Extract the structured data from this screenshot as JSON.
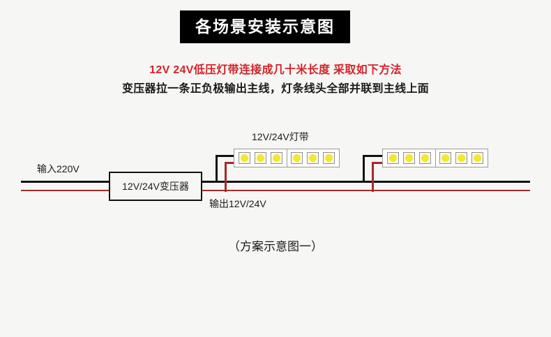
{
  "banner": {
    "title": "各场景安装示意图"
  },
  "subtitles": {
    "red_line": "12V 24V低压灯带连接成几十米长度 采取如下方法",
    "black_line": "变压器拉一条正负极输出主线，灯条线头全部并联到主线上面"
  },
  "diagram": {
    "strip_label": "12V/24V灯带",
    "transformer_label": "12V/24V变压器",
    "input_label": "输入220V",
    "output_label": "输出12V/24V",
    "caption": "（方案示意图一）",
    "colors": {
      "positive_wire": "#a52a2a",
      "negative_wire": "#111111",
      "led_chip": "#f2e731",
      "banner_background": "#000000",
      "accent_red_text": "#d5222a",
      "background": "#f6f7f4"
    },
    "strips": [
      {
        "name": "strip-left",
        "segments": [
          {
            "leds": 3
          },
          {
            "leds": 3
          }
        ]
      },
      {
        "name": "strip-right",
        "segments": [
          {
            "leds": 3
          },
          {
            "leds": 3
          }
        ]
      }
    ]
  }
}
